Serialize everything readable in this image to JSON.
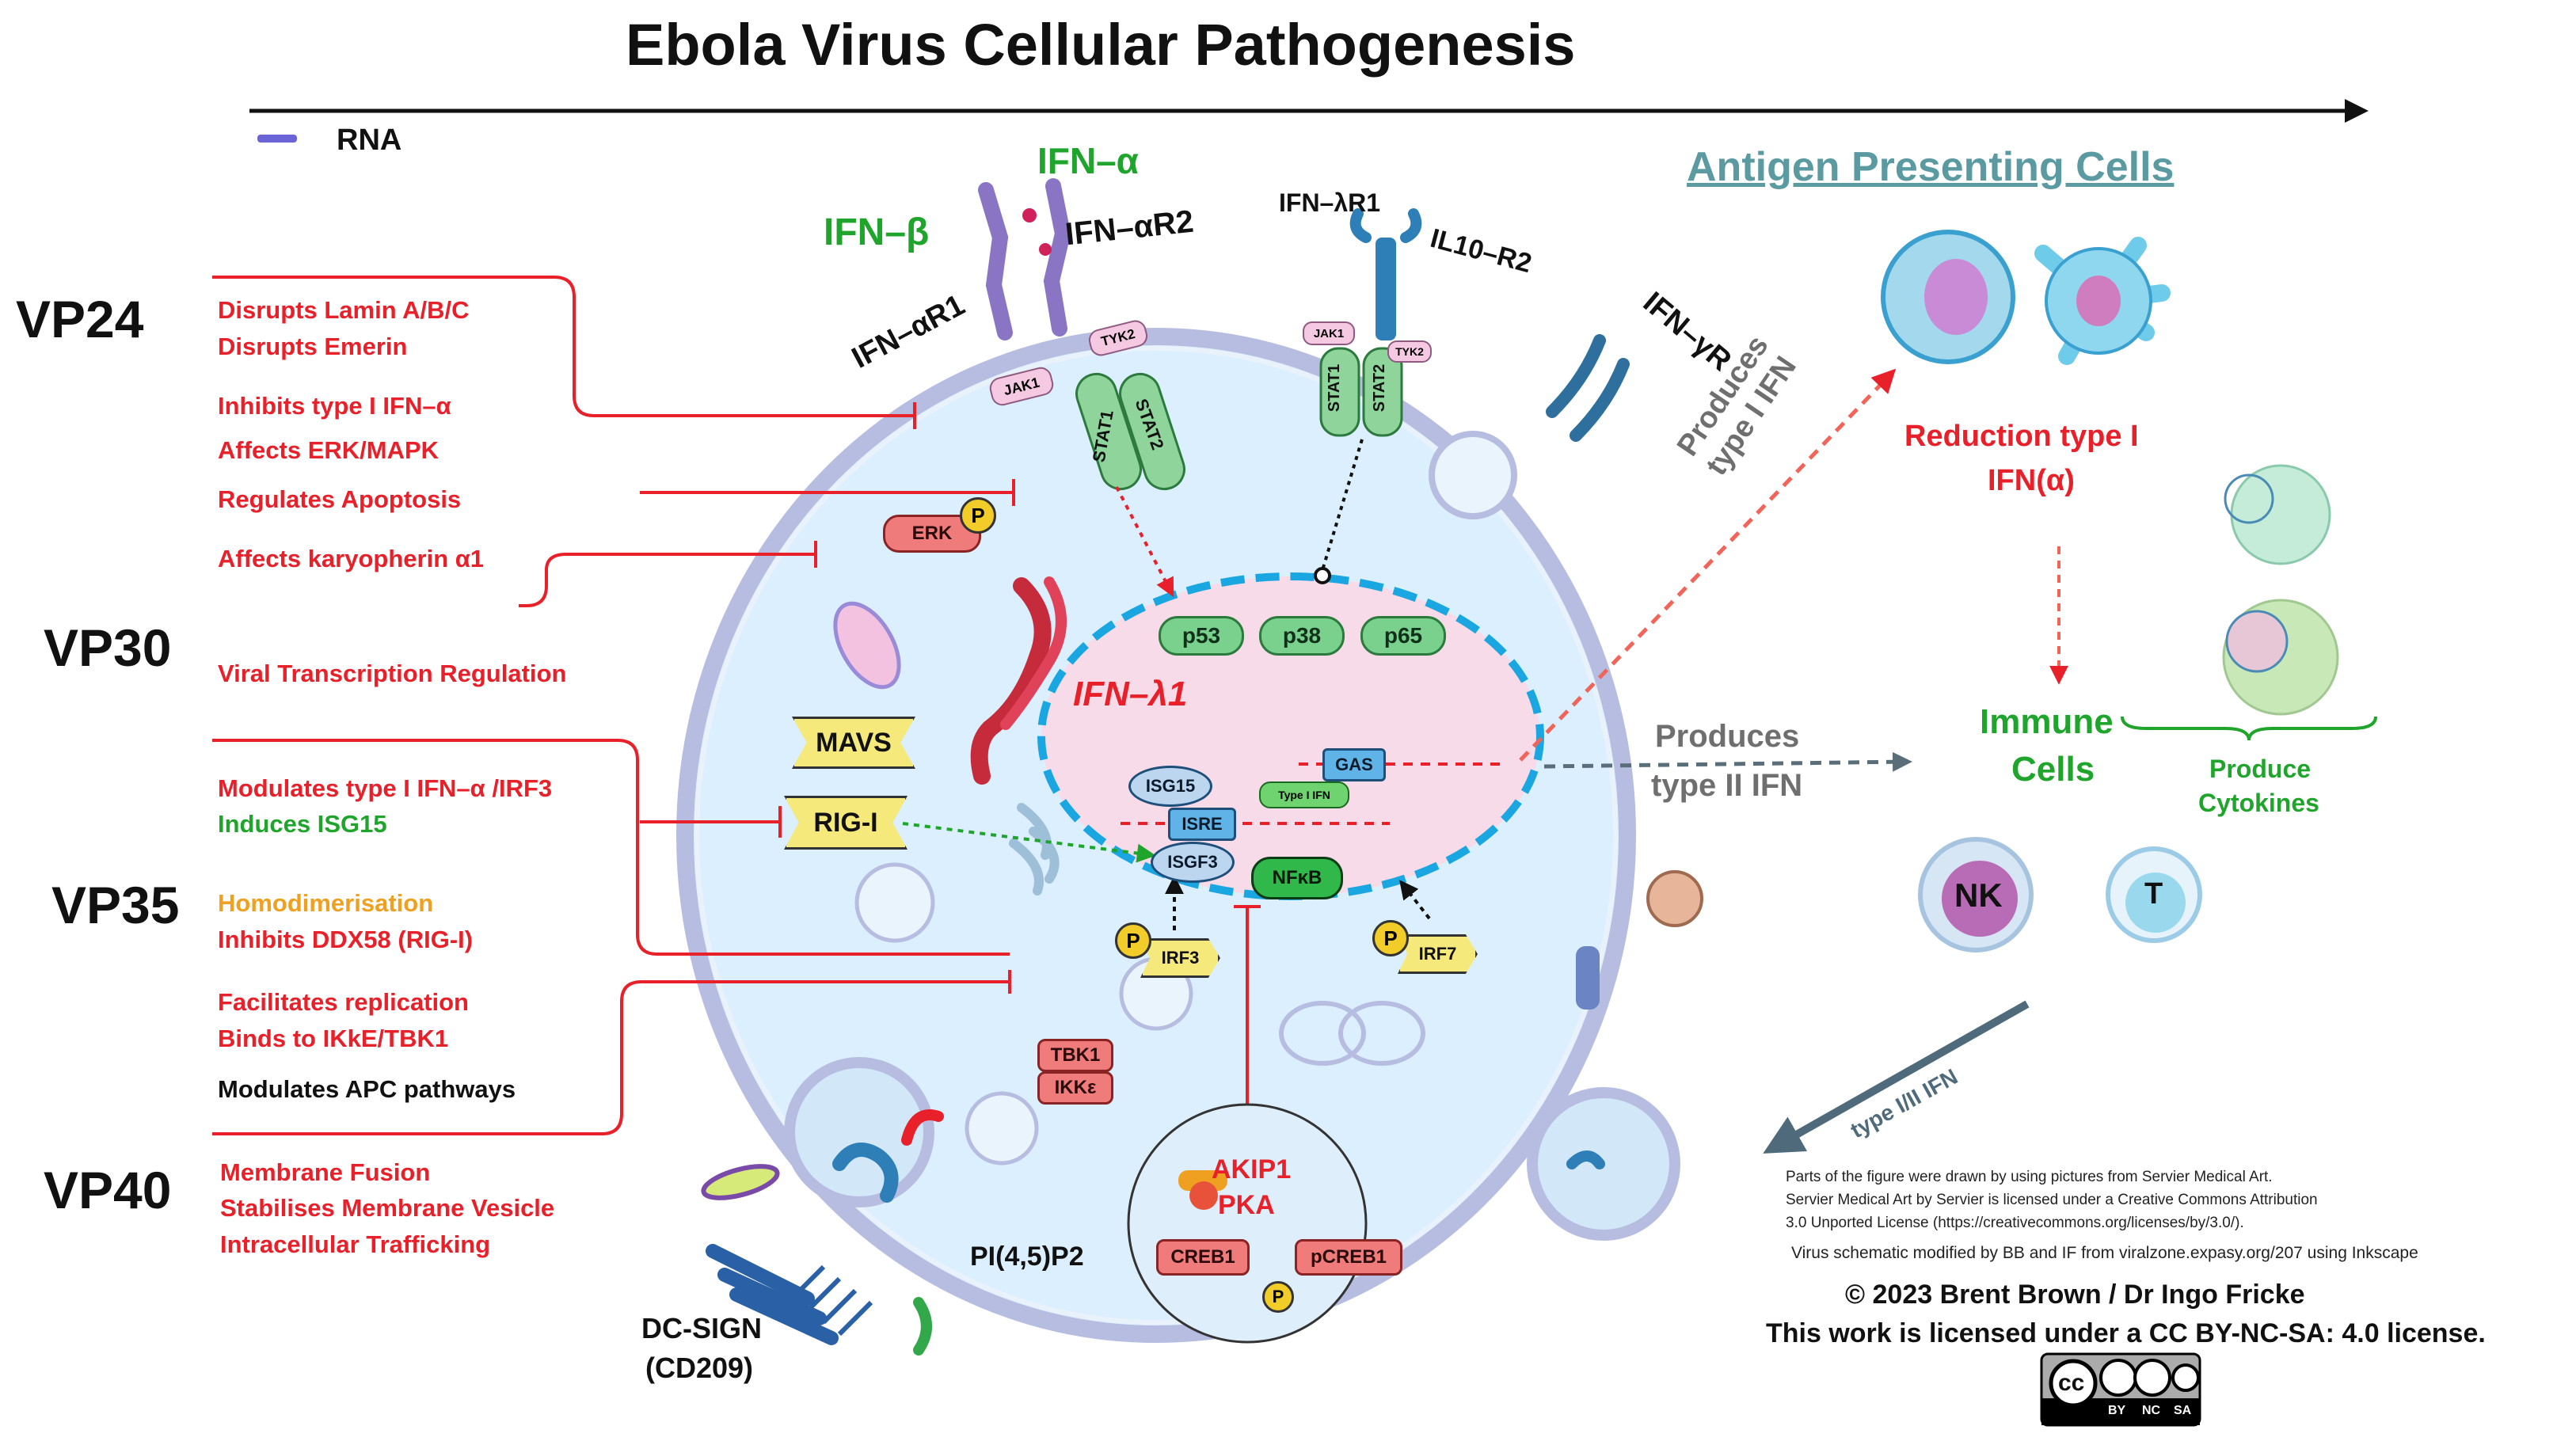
{
  "title": "Ebola Virus Cellular Pathogenesis",
  "legend": {
    "rna": "RNA"
  },
  "colors": {
    "inhibit_red": "#e8202a",
    "green": "#1fa52b",
    "orange": "#f0a020",
    "nucleus_border": "#1aa6e0",
    "cell_fill": "#dcefff",
    "cell_border": "#b6bde0"
  },
  "proteins": {
    "vp24": {
      "label": "VP24",
      "effects": [
        {
          "text": "Disrupts Lamin A/B/C",
          "color": "red"
        },
        {
          "text": "Disrupts Emerin",
          "color": "red"
        },
        {
          "text": "Inhibits type I IFN–α",
          "color": "red"
        },
        {
          "text": "Affects ERK/MAPK",
          "color": "red"
        },
        {
          "text": "Regulates Apoptosis",
          "color": "red"
        },
        {
          "text": "Affects karyopherin α1",
          "color": "red"
        }
      ]
    },
    "vp30": {
      "label": "VP30",
      "effects": [
        {
          "text": "Viral Transcription Regulation",
          "color": "red"
        }
      ]
    },
    "vp35": {
      "label": "VP35",
      "effects": [
        {
          "text": "Modulates type I IFN–α /IRF3",
          "color": "red"
        },
        {
          "text": "Induces ISG15",
          "color": "green"
        },
        {
          "text": "Homodimerisation",
          "color": "orange"
        },
        {
          "text": "Inhibits DDX58 (RIG-I)",
          "color": "red"
        },
        {
          "text": "Facilitates replication",
          "color": "red"
        },
        {
          "text": "Binds to IKkE/TBK1",
          "color": "red"
        },
        {
          "text": "Modulates APC pathways",
          "color": "black"
        }
      ]
    },
    "vp40": {
      "label": "VP40",
      "effects": [
        {
          "text": "Membrane Fusion",
          "color": "red"
        },
        {
          "text": "Stabilises Membrane Vesicle",
          "color": "red"
        },
        {
          "text": "Intracellular Trafficking",
          "color": "red"
        }
      ]
    }
  },
  "receptors": {
    "ifn_alpha": "IFN–α",
    "ifn_beta": "IFN–β",
    "ifn_alpha_r1": "IFN–αR1",
    "ifn_alpha_r2": "IFN–αR2",
    "ifn_lambda_r1": "IFN–λR1",
    "il10_r2": "IL10–R2",
    "ifn_gamma_r": "IFN–γR",
    "jak1": "JAK1",
    "tyk2": "TYK2",
    "stat1": "STAT1",
    "stat2": "STAT2"
  },
  "nucleus": {
    "label": "IFN–λ1",
    "p53": "p53",
    "p38": "p38",
    "p65": "p65",
    "gas": "GAS",
    "isg15": "ISG15",
    "isre": "ISRE",
    "type_i_ifn": "Type I IFN",
    "isgf3": "ISGF3",
    "nfkb": "NFκB"
  },
  "cytoplasm": {
    "erk": "ERK",
    "mavs": "MAVS",
    "rig_i": "RIG-I",
    "irf3": "IRF3",
    "irf7": "IRF7",
    "tbk1": "TBK1",
    "ikke": "IKKε",
    "p": "P",
    "akip1": "AKIP1",
    "pka": "PKA",
    "creb1": "CREB1",
    "pcreb1": "pCREB1",
    "pi45p2": "PI(4,5)P2",
    "dc_sign": "DC-SIGN",
    "cd209": "(CD209)"
  },
  "arrows": {
    "produces_type_i": "Produces\ntype I IFN",
    "produces_type_ii_1": "Produces",
    "produces_type_ii_2": "type II IFN",
    "type_i_ii_ifn": "type I/II IFN"
  },
  "apc": {
    "heading": "Antigen Presenting Cells",
    "reduction_1": "Reduction type I",
    "reduction_2": "IFN(α)",
    "immune_1": "Immune",
    "immune_2": "Cells",
    "produce_1": "Produce",
    "produce_2": "Cytokines",
    "nk": "NK",
    "t": "T"
  },
  "credits": {
    "line1": "Parts of the figure were drawn by using pictures from Servier Medical Art.",
    "line2": "Servier Medical Art by Servier is licensed under a Creative Commons Attribution",
    "line3": "3.0 Unported License (https://creativecommons.org/licenses/by/3.0/).",
    "line4": "Virus schematic modified by BB and IF from viralzone.expasy.org/207 using Inkscape",
    "copyright": "© 2023  Brent Brown / Dr Ingo Fricke",
    "license": "This work is licensed under a CC BY-NC-SA: 4.0 license.",
    "badge_cc": "cc",
    "badge_by": "BY",
    "badge_nc": "NC",
    "badge_sa": "SA"
  }
}
